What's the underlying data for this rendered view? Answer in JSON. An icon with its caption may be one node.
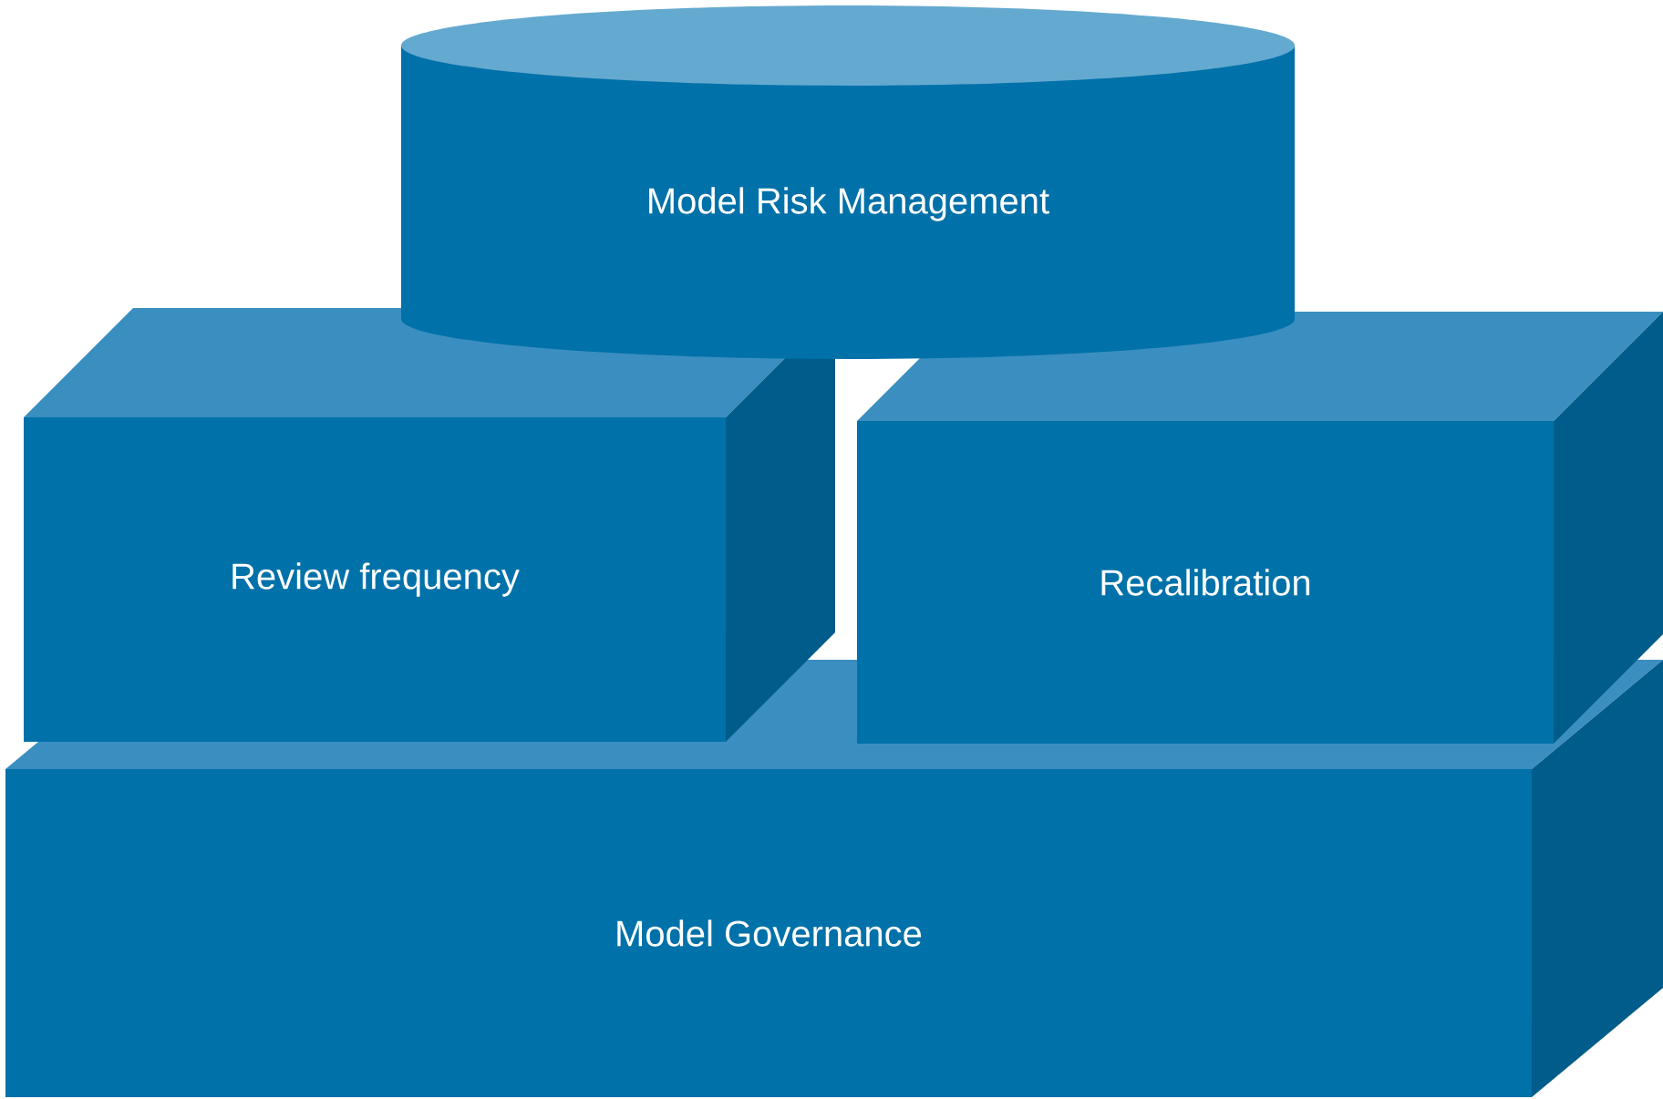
{
  "diagram": {
    "nodes": [
      {
        "text": [
          "Model Risk Management"
        ]
      },
      {
        "text": [
          "Review frequency"
        ]
      },
      {
        "text": [
          "Recalibration"
        ]
      },
      {
        "text": [
          "Model Governance"
        ]
      }
    ],
    "edges": []
  }
}
